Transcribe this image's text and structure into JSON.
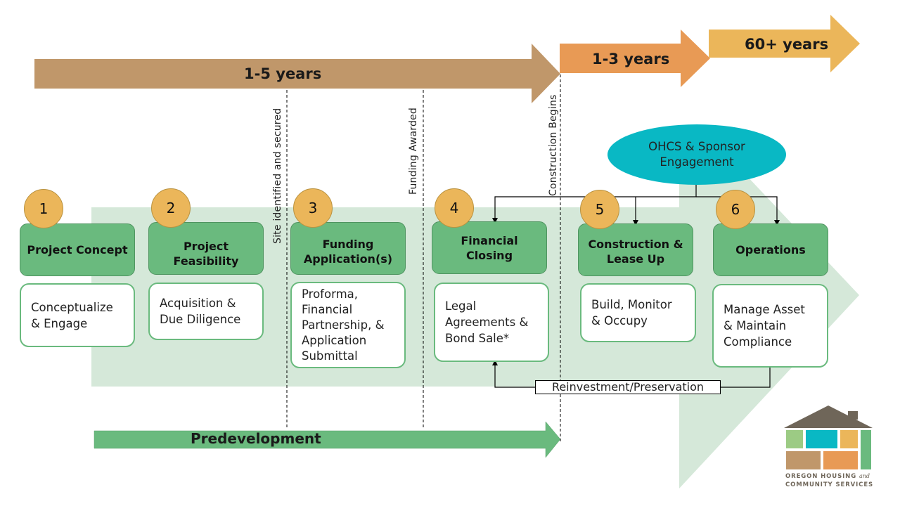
{
  "timeline": {
    "phases": [
      {
        "label": "1-5 years",
        "color": "#c0976a"
      },
      {
        "label": "1-3 years",
        "color": "#e89a55"
      },
      {
        "label": "60+ years",
        "color": "#ebb65a"
      }
    ]
  },
  "milestones": [
    {
      "label": "Site identified and secured"
    },
    {
      "label": "Funding Awarded"
    },
    {
      "label": "Construction Begins"
    }
  ],
  "steps": [
    {
      "number": "1",
      "title": "Project Concept",
      "description": "Conceptualize\n& Engage"
    },
    {
      "number": "2",
      "title": "Project Feasibility",
      "description": "Acquisition &\nDue Diligence"
    },
    {
      "number": "3",
      "title": "Funding Application(s)",
      "description": "Proforma,\nFinancial\nPartnership, &\nApplication\nSubmittal"
    },
    {
      "number": "4",
      "title": "Financial Closing",
      "description": "Legal\nAgreements &\nBond Sale*"
    },
    {
      "number": "5",
      "title": "Construction & Lease Up",
      "description": "Build, Monitor\n& Occupy"
    },
    {
      "number": "6",
      "title": "Operations",
      "description": "Manage Asset\n& Maintain\nCompliance"
    }
  ],
  "engagement": {
    "label": "OHCS & Sponsor\nEngagement",
    "color": "#09b8c4"
  },
  "feedback_loop": {
    "label": "Reinvestment/Preservation"
  },
  "predevelopment": {
    "label": "Predevelopment",
    "color": "#6aba7e"
  },
  "logo": {
    "line1": "OREGON HOUSING",
    "line1_suffix": "and",
    "line2": "COMMUNITY SERVICES"
  },
  "colors": {
    "stage_fill": "#6aba7e",
    "number_fill": "#ebb65a",
    "background_band": "#d5e8d9"
  }
}
